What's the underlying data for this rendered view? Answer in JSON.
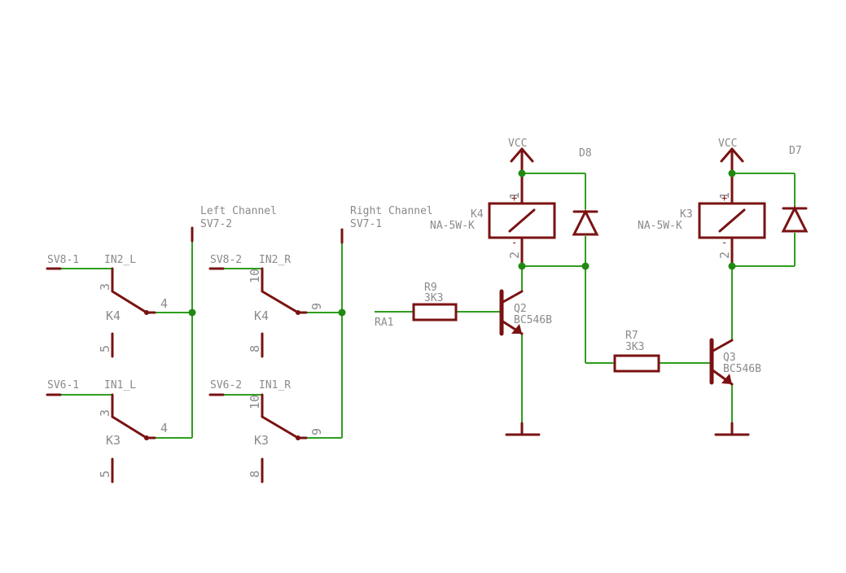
{
  "colors": {
    "wire": "#2e9e1e",
    "part": "#7a1212",
    "junction": "#1f8a12",
    "text": "#8a8a8a",
    "background": "#ffffff"
  },
  "labels": {
    "left_channel": "Left Channel",
    "sv7_2": "SV7-2",
    "right_channel": "Right Channel",
    "sv7_1": "SV7-1",
    "sv8_1": "SV8-1",
    "in2_l": "IN2_L",
    "sv8_2": "SV8-2",
    "in2_r": "IN2_R",
    "sv6_1": "SV6-1",
    "in1_l": "IN1_L",
    "sv6_2": "SV6-2",
    "in1_r": "IN1_R",
    "k4": "K4",
    "k3": "K3",
    "pin3": "3",
    "pin4": "4",
    "pin5": "5",
    "pin10": "10",
    "pin9": "9",
    "pin8": "8",
    "vcc": "VCC",
    "d8": "D8",
    "d7": "D7",
    "relay_type": "NA-5W-K",
    "pin1": "1",
    "pin2": "2",
    "plus": "+",
    "minus": "-",
    "r9": "R9",
    "r7": "R7",
    "r_value": "3K3",
    "ra1": "RA1",
    "q2": "Q2",
    "q3": "Q3",
    "transistor": "BC546B"
  }
}
